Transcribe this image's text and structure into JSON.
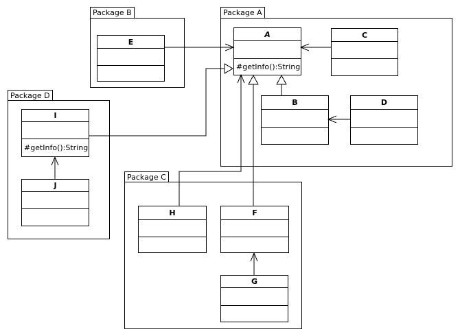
{
  "packages": {
    "a": {
      "label": "Package A"
    },
    "b": {
      "label": "Package B"
    },
    "c": {
      "label": "Package C"
    },
    "d": {
      "label": "Package D"
    }
  },
  "classes": {
    "a": {
      "title": "A",
      "abstract": true,
      "methods": "#getInfo():String"
    },
    "b": {
      "title": "B"
    },
    "c": {
      "title": "C"
    },
    "d": {
      "title": "D"
    },
    "e": {
      "title": "E"
    },
    "f": {
      "title": "F"
    },
    "g": {
      "title": "G"
    },
    "h": {
      "title": "H"
    },
    "i": {
      "title": "I",
      "methods": "#getInfo():String"
    },
    "j": {
      "title": "J"
    }
  },
  "relations": [
    {
      "from": "E",
      "to": "A",
      "type": "association",
      "arrowhead": "open"
    },
    {
      "from": "C",
      "to": "A",
      "type": "association",
      "arrowhead": "open"
    },
    {
      "from": "D",
      "to": "B",
      "type": "association",
      "arrowhead": "open"
    },
    {
      "from": "J",
      "to": "I",
      "type": "association",
      "arrowhead": "open"
    },
    {
      "from": "H",
      "to": "A",
      "type": "association",
      "arrowhead": "open"
    },
    {
      "from": "G",
      "to": "F",
      "type": "association",
      "arrowhead": "open"
    },
    {
      "from": "I",
      "to": "A",
      "type": "generalization",
      "arrowhead": "hollow-triangle"
    },
    {
      "from": "B",
      "to": "A",
      "type": "generalization",
      "arrowhead": "hollow-triangle"
    },
    {
      "from": "F",
      "to": "A",
      "type": "generalization",
      "arrowhead": "hollow-triangle"
    }
  ],
  "colors": {
    "line": "#000000",
    "background": "#ffffff",
    "box_fill": "#ffffff"
  }
}
